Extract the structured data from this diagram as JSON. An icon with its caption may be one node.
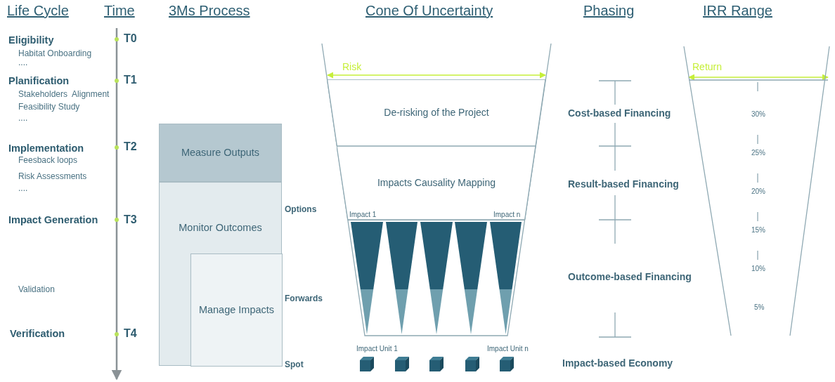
{
  "diagram": {
    "nodes": [
      {
        "text": [
          "Measure Outputs"
        ]
      },
      {
        "text": [
          "Monitor Outcomes"
        ]
      },
      {
        "text": [
          "Manage Impacts"
        ],
        "in": 1
      },
      {
        "text": [
          "De-risking of the Project"
        ]
      },
      {
        "text": [
          "Impacts Causality Mapping"
        ]
      },
      {
        "text": [],
        "shape": "triangle"
      },
      {
        "text": [],
        "shape": "triangle"
      },
      {
        "text": [],
        "shape": "triangle"
      },
      {
        "text": [],
        "shape": "triangle"
      },
      {
        "text": [],
        "shape": "triangle"
      },
      {
        "text": [],
        "shape": "cube"
      },
      {
        "text": [],
        "shape": "cube"
      },
      {
        "text": [],
        "shape": "cube"
      },
      {
        "text": [],
        "shape": "cube"
      },
      {
        "text": [],
        "shape": "cube"
      }
    ],
    "labels": [
      "Life Cycle",
      "Time",
      "3Ms Process",
      "Cone Of Uncertainty",
      "Phasing",
      "IRR Range",
      "Eligibility",
      "T0",
      "Habitat Onboarding",
      "....",
      "Risk",
      "Return",
      "Planification",
      "T1",
      "Stakeholders  Alignment",
      "Feasibility Study",
      "....",
      "Cost-based Financing",
      "30%",
      "Implementation",
      "T2",
      "Feesback loops",
      "25%",
      "Risk Assessments",
      "....",
      "Result-based Financing",
      "20%",
      "Impact Generation",
      "T3",
      "Options",
      "Impact 1",
      "Impact n",
      "15%",
      "10%",
      "Validation",
      "Outcome-based Financing",
      "Forwards",
      "5%",
      "Verification",
      "T4",
      "Impact Unit 1",
      "Impact Unit n",
      "Spot",
      "Impact-based Economy"
    ]
  }
}
